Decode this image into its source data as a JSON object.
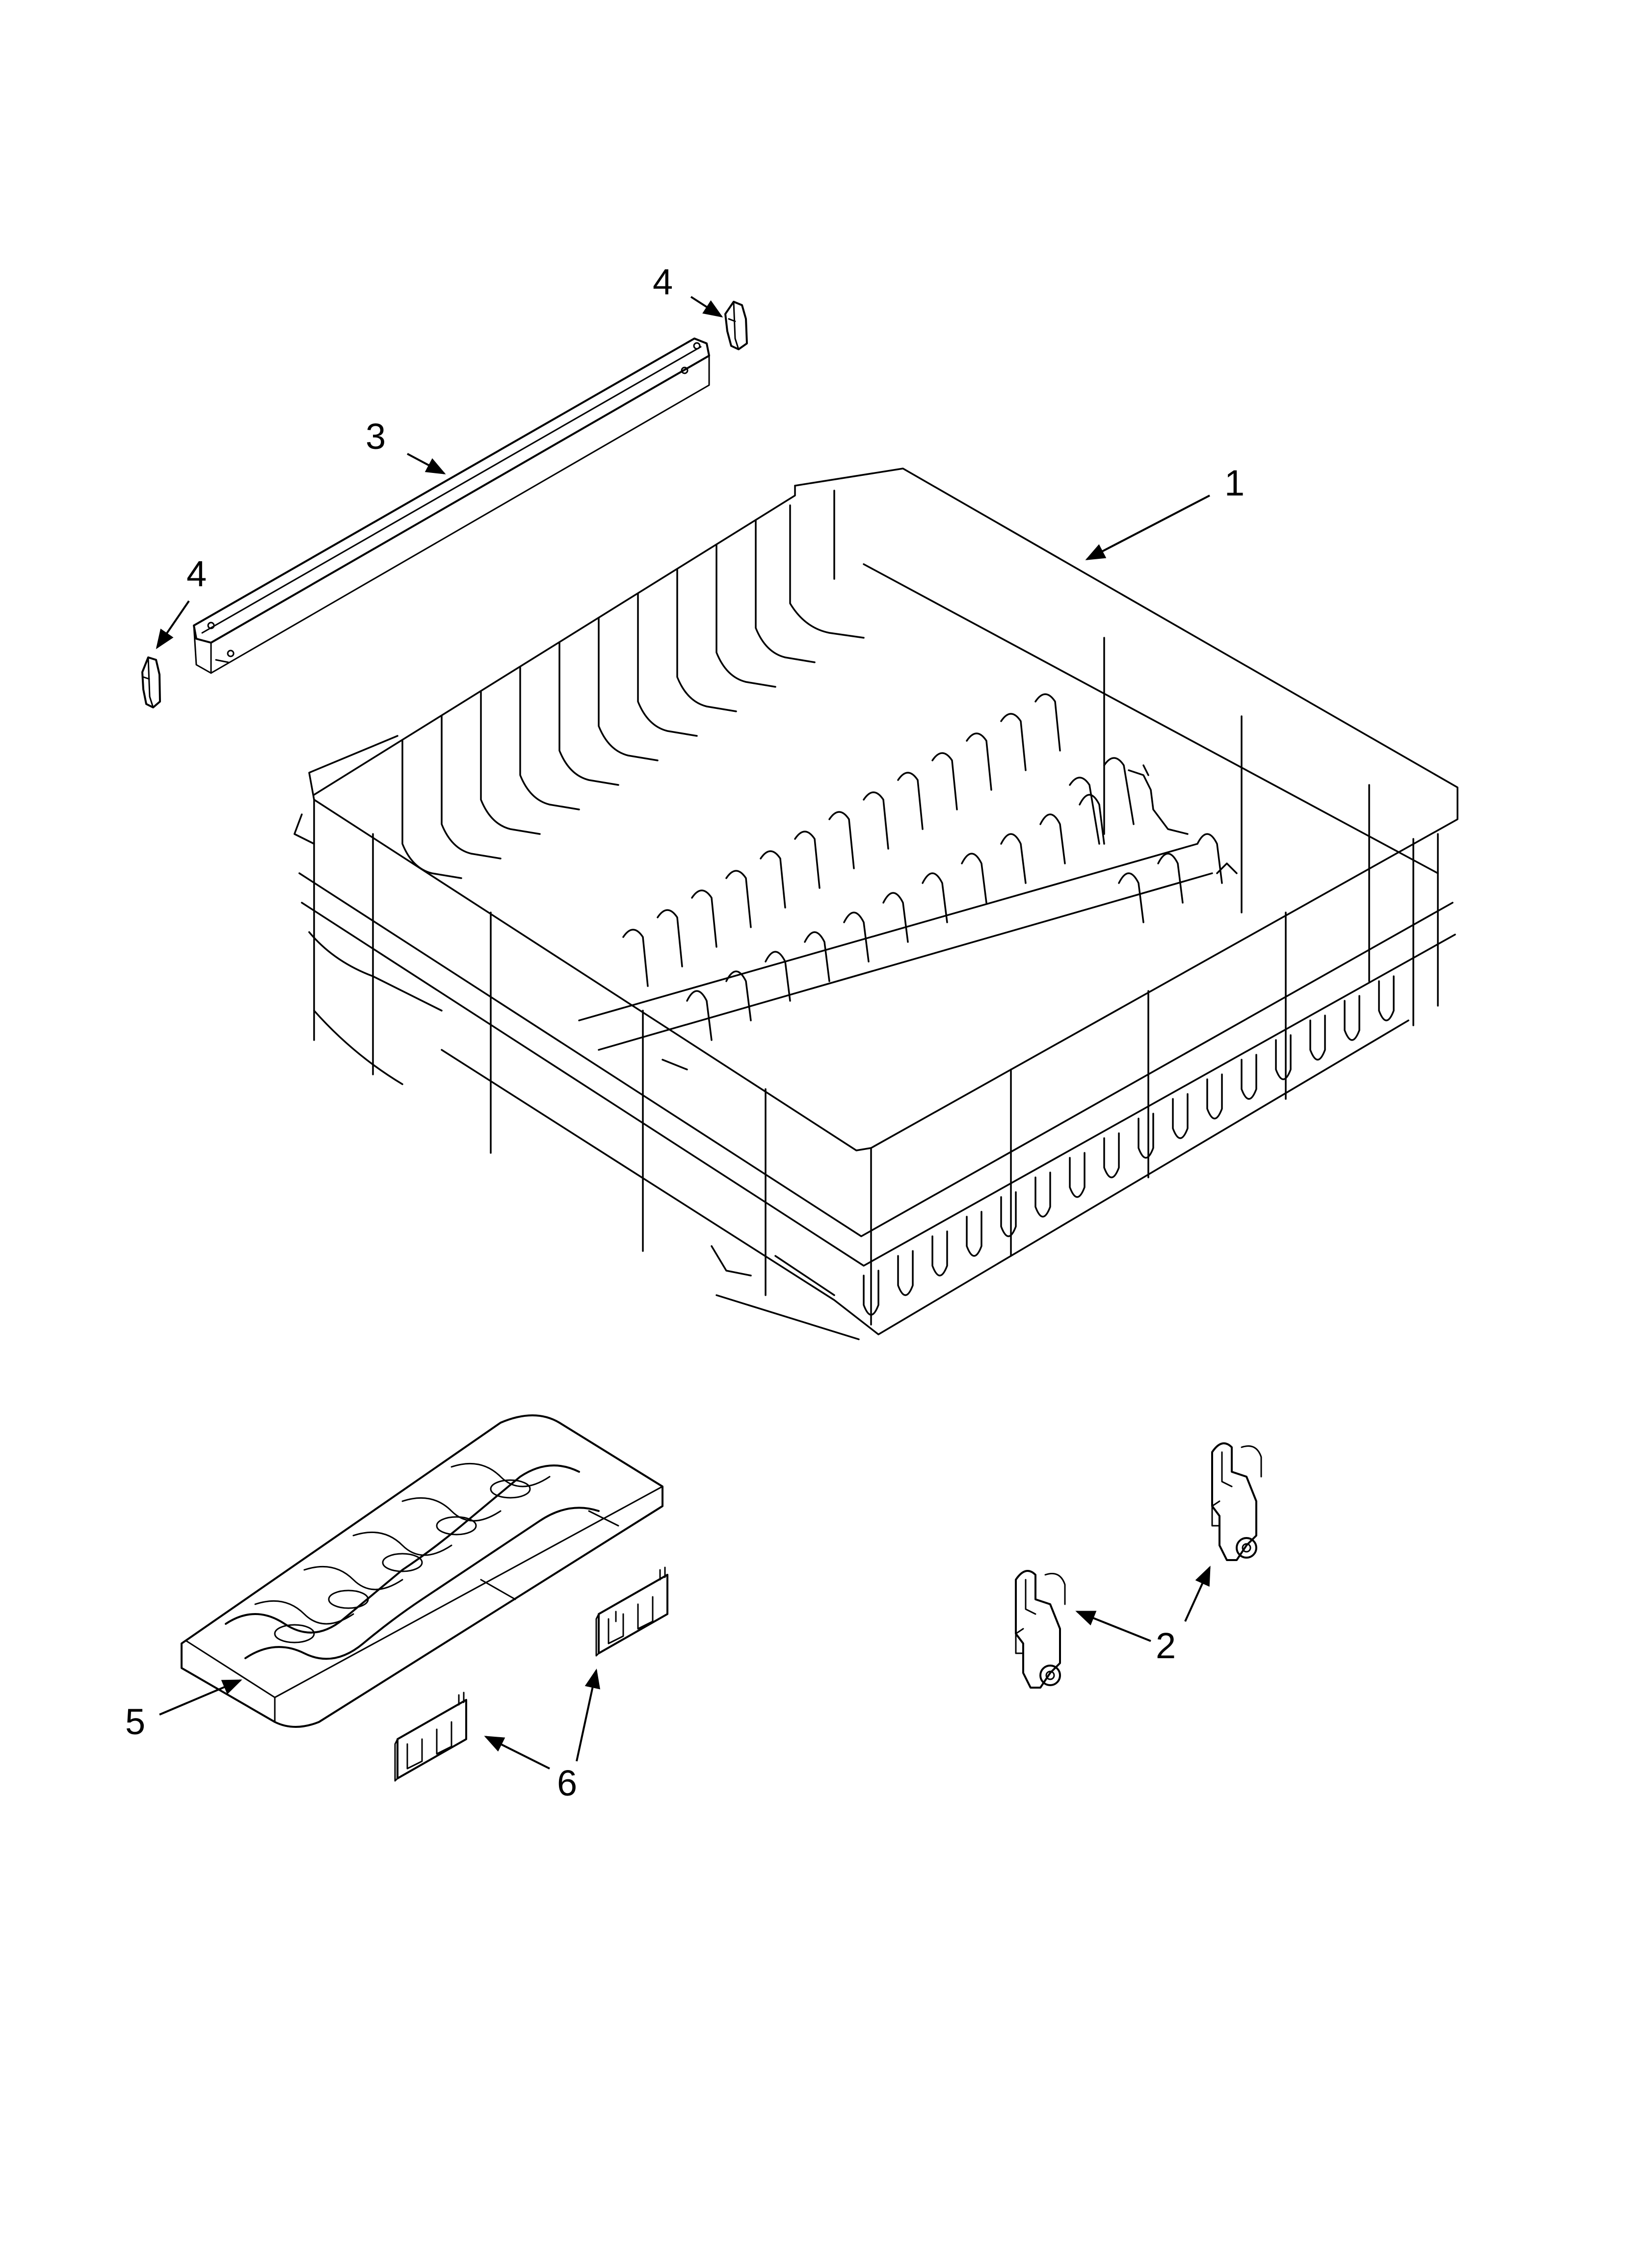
{
  "callouts": [
    {
      "id": "1",
      "label": "1"
    },
    {
      "id": "2",
      "label": "2"
    },
    {
      "id": "3",
      "label": "3"
    },
    {
      "id": "4a",
      "label": "4"
    },
    {
      "id": "4b",
      "label": "4"
    },
    {
      "id": "5",
      "label": "5"
    },
    {
      "id": "6",
      "label": "6"
    }
  ]
}
